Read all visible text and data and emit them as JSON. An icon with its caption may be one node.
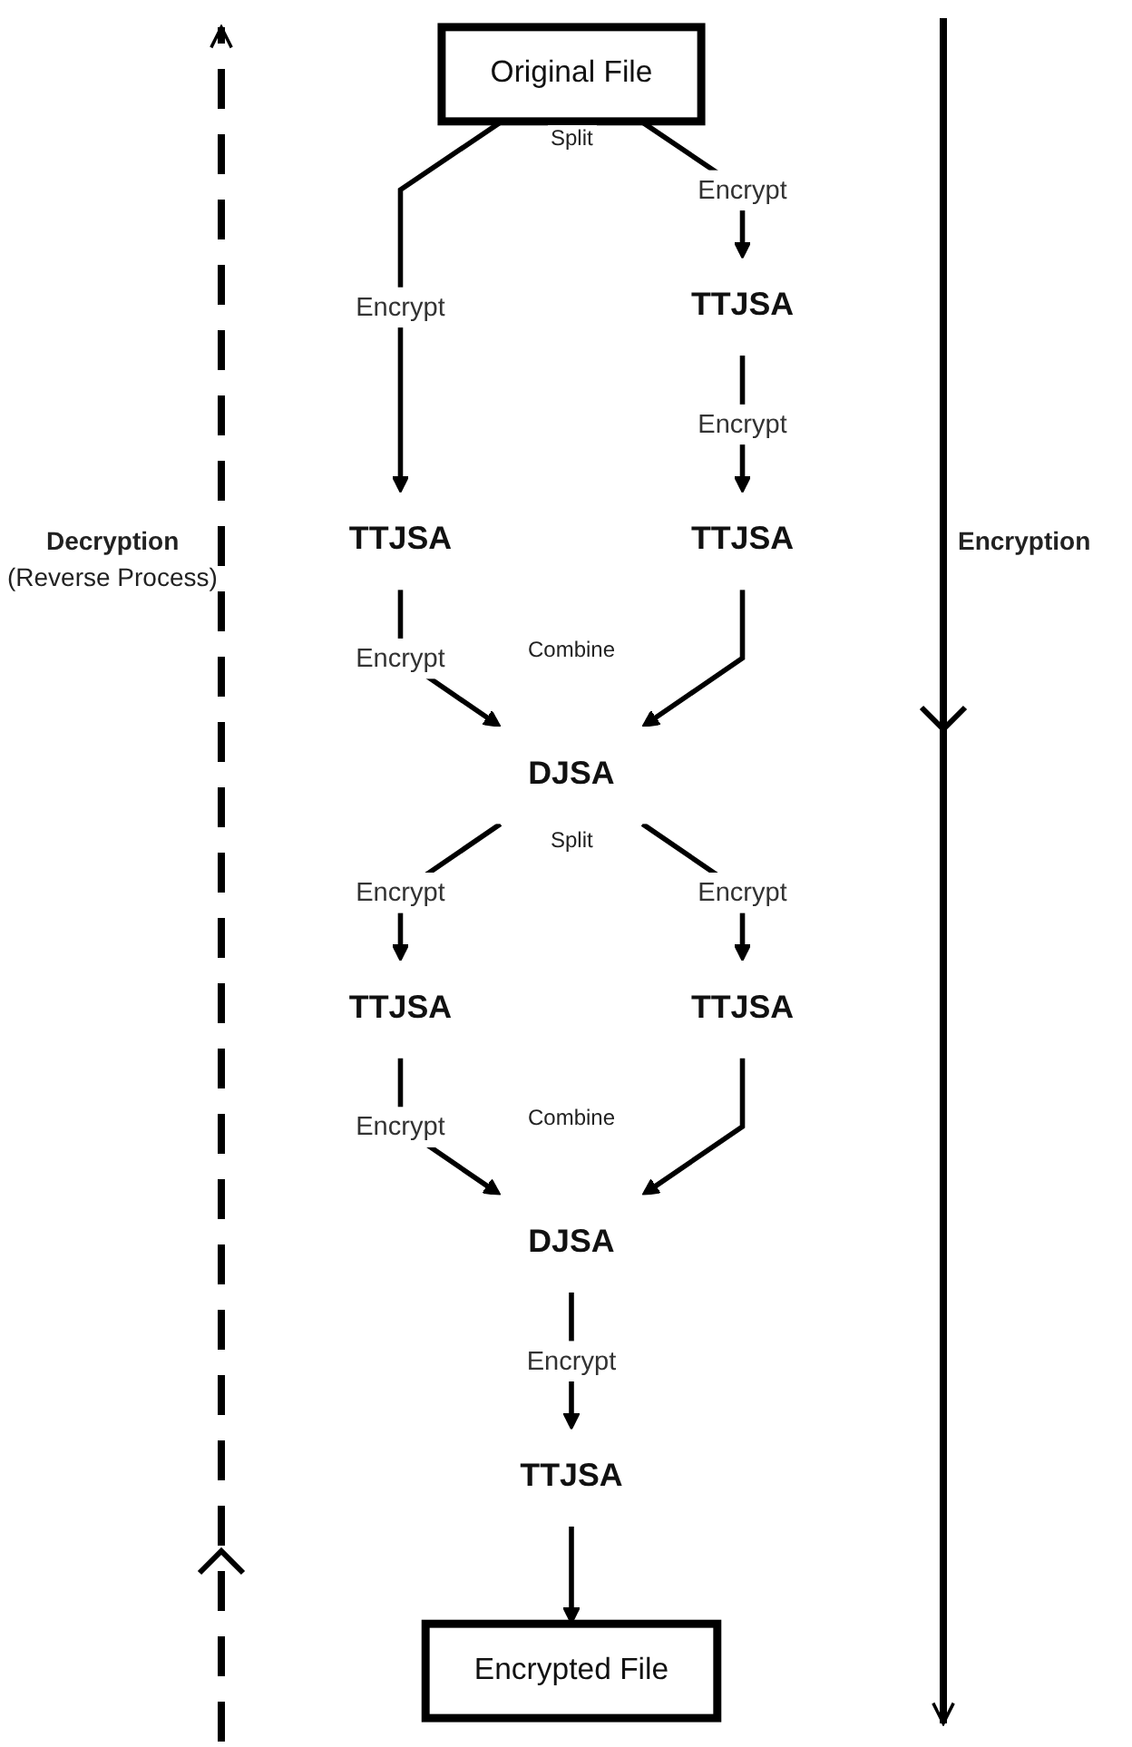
{
  "diagram": {
    "nodes": [
      {
        "text": [
          "Original File"
        ]
      },
      {
        "text": [
          "TTJSA"
        ]
      },
      {
        "text": [
          "TTJSA"
        ]
      },
      {
        "text": [
          "TTJSA"
        ]
      },
      {
        "text": [
          "DJSA"
        ]
      },
      {
        "text": [
          "TTJSA"
        ]
      },
      {
        "text": [
          "TTJSA"
        ]
      },
      {
        "text": [
          "DJSA"
        ]
      },
      {
        "text": [
          "TTJSA"
        ]
      },
      {
        "text": [
          "Encrypted File"
        ]
      }
    ],
    "edges": [
      {
        "from": 0,
        "to": 1,
        "arrow": "to",
        "label": "Encrypt"
      },
      {
        "from": 0,
        "to": 2,
        "arrow": "to",
        "label": "Encrypt"
      },
      {
        "from": 2,
        "to": 3,
        "arrow": "to",
        "label": "Encrypt"
      },
      {
        "from": 1,
        "to": 4,
        "arrow": "to",
        "label": "Encrypt"
      },
      {
        "from": 3,
        "to": 4,
        "arrow": "to"
      },
      {
        "from": 4,
        "to": 5,
        "arrow": "to",
        "label": "Encrypt"
      },
      {
        "from": 4,
        "to": 6,
        "arrow": "to",
        "label": "Encrypt"
      },
      {
        "from": 5,
        "to": 7,
        "arrow": "to",
        "label": "Encrypt"
      },
      {
        "from": 6,
        "to": 7,
        "arrow": "to"
      },
      {
        "from": 7,
        "to": 8,
        "arrow": "to",
        "label": "Encrypt"
      },
      {
        "from": 8,
        "to": 9,
        "arrow": "to"
      }
    ],
    "labels": [
      "Split",
      "Decryption",
      "(Reverse Process)",
      "Encryption",
      "Combine",
      "Split",
      "Combine"
    ]
  }
}
